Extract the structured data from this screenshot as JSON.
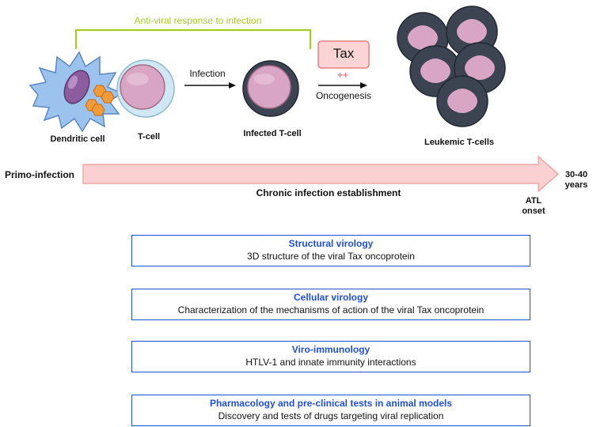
{
  "top": {
    "antiviral_label": "Anti-viral response to infection",
    "infection_label": "Infection",
    "tax_label": "Tax",
    "plusplus_label": "++",
    "oncogenesis_label": "Oncogenesis"
  },
  "cells": {
    "dendritic": "Dendritic cell",
    "tcell": "T-cell",
    "infected": "Infected T-cell",
    "leukemic": "Leukemic T-cells"
  },
  "timeline": {
    "start": "Primo-infection",
    "middle": "Chronic infection establishment",
    "end_years": "30-40\nyears",
    "atl_onset": "ATL\nonset"
  },
  "research_boxes": [
    {
      "title": "Structural virology",
      "desc": "3D structure of the viral Tax oncoprotein"
    },
    {
      "title": "Cellular virology",
      "desc": "Characterization of the mechanisms of action of the viral Tax oncoprotein"
    },
    {
      "title": "Viro-immunology",
      "desc": "HTLV-1 and innate immunity interactions"
    },
    {
      "title": "Pharmacology and pre-clinical tests in animal models",
      "desc": "Discovery and tests of drugs targeting viral replication"
    }
  ],
  "colors": {
    "accent_blue": "#1f4fd6",
    "bracket_green": "#a6cc1f",
    "arrow_pink": "#f6c2c2",
    "tax_red": "#e88080"
  }
}
